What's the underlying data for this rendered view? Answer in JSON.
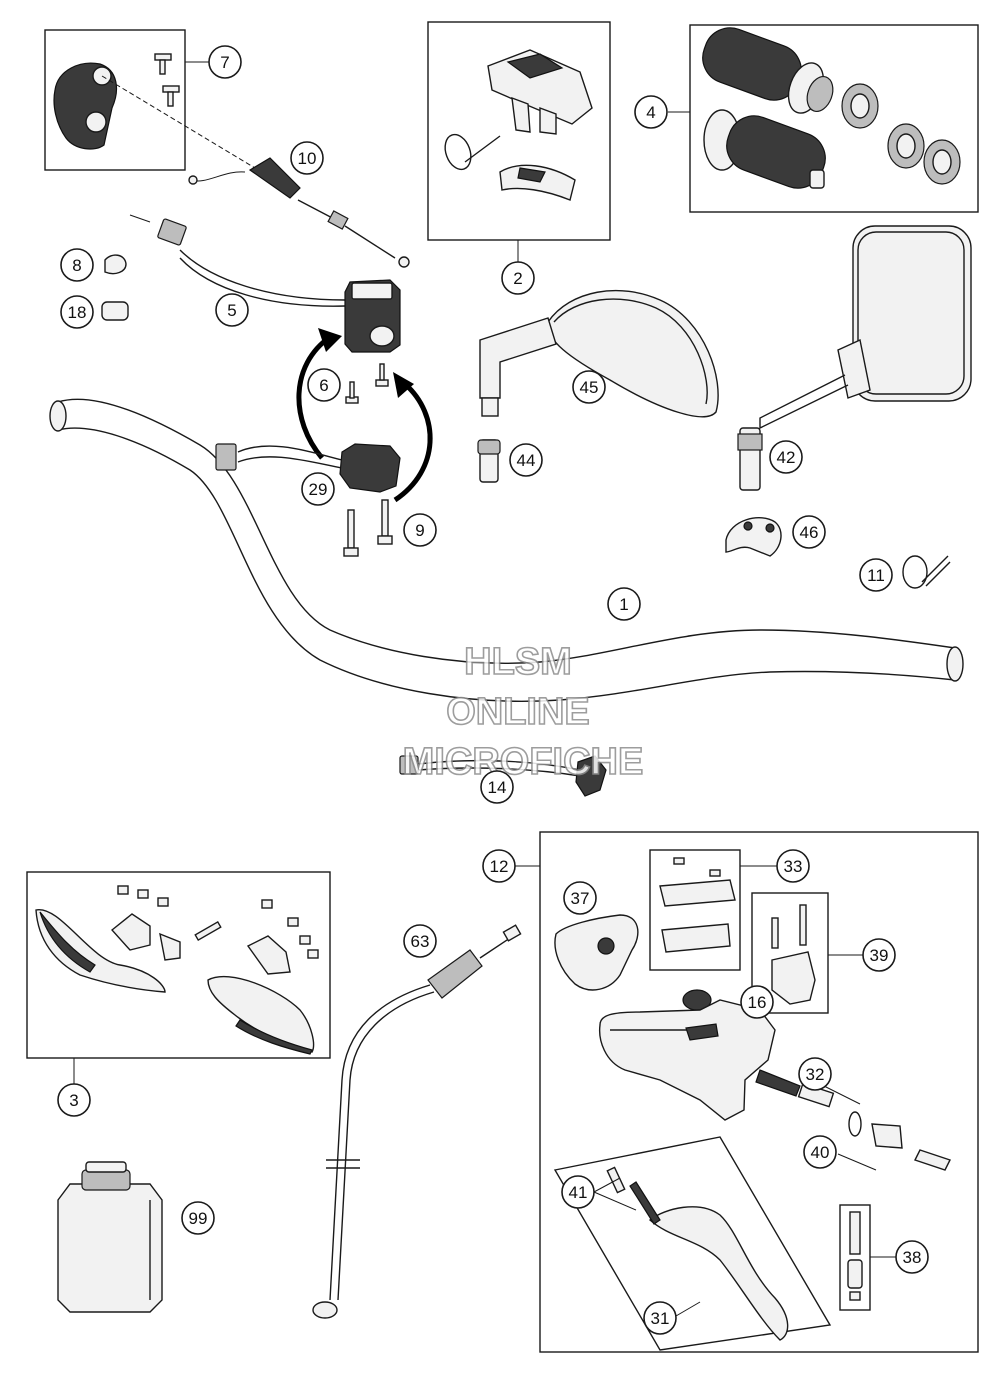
{
  "callouts": [
    "7",
    "10",
    "2",
    "4",
    "8",
    "5",
    "18",
    "6",
    "45",
    "44",
    "42",
    "29",
    "9",
    "46",
    "11",
    "1",
    "14",
    "12",
    "33",
    "37",
    "39",
    "63",
    "16",
    "3",
    "32",
    "40",
    "41",
    "99",
    "38",
    "31"
  ],
  "watermark": {
    "line1": "HLSM",
    "line2": "ONLINE",
    "line3": "MICROFICHE"
  },
  "colors": {
    "stroke": "#1a1a1a",
    "part_fill": "#f2f2f2",
    "dark_fill": "#3a3a3a",
    "watermark": "#8c8c8c"
  },
  "icons": [
    "handlebar",
    "mirror-round",
    "mirror-square",
    "grip",
    "hand-guard",
    "brake-master-cylinder",
    "brake-lever",
    "fluid-bottle",
    "cable",
    "switch",
    "screw",
    "clamp",
    "cable-tie"
  ]
}
